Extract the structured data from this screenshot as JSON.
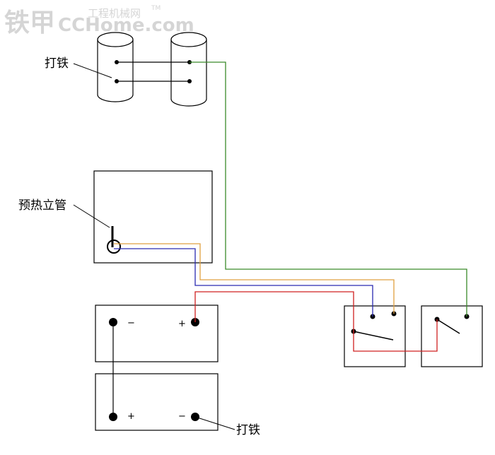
{
  "watermark": {
    "brand_cn": "铁甲",
    "brand_latin": "CCHome.com",
    "sub_cn": "工程机械网",
    "tm": "TM"
  },
  "labels": {
    "ground_top": "打铁",
    "preheat_tube": "预热立管",
    "ground_bottom": "打铁"
  },
  "battery_top": {
    "negative_sign": "−",
    "positive_sign": "+"
  },
  "battery_bottom": {
    "positive_sign": "+",
    "negative_sign": "−"
  },
  "wire_colors": {
    "green": "#3a8a2a",
    "orange": "#e0a040",
    "blue": "#2a2ab0",
    "red": "#d02020",
    "black": "#000000"
  }
}
